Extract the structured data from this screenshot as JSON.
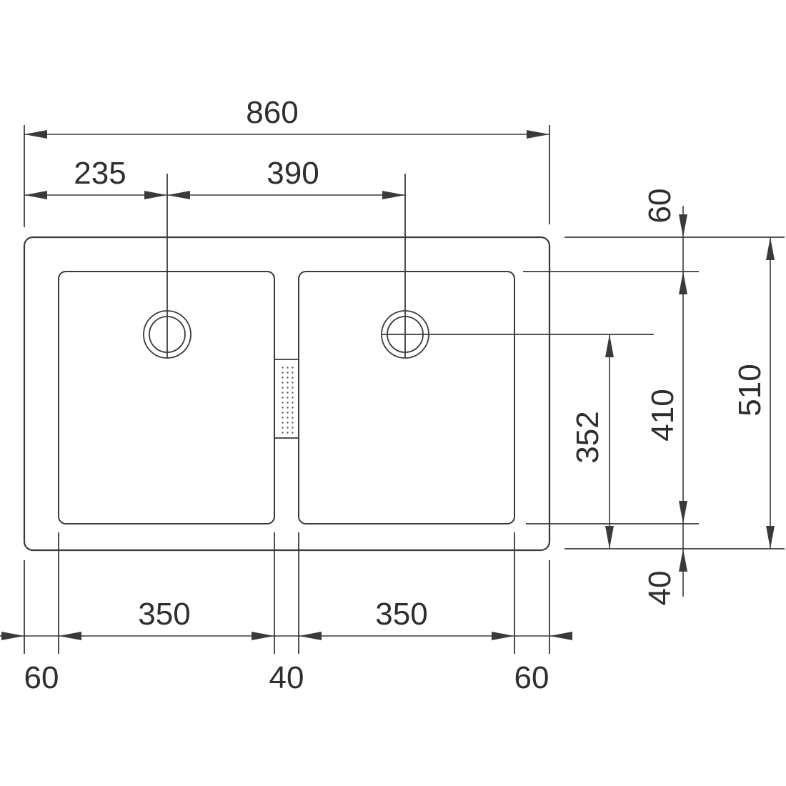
{
  "dimensions": {
    "overall_width": "860",
    "left_to_drain_1": "235",
    "drain_spacing": "390",
    "bowl_width_left": "350",
    "bowl_width_right": "350",
    "margin_left": "60",
    "divider_width": "40",
    "margin_right": "60",
    "back_margin": "60",
    "bowl_depth": "410",
    "overall_depth": "510",
    "drain_to_front": "352",
    "front_margin": "40"
  }
}
